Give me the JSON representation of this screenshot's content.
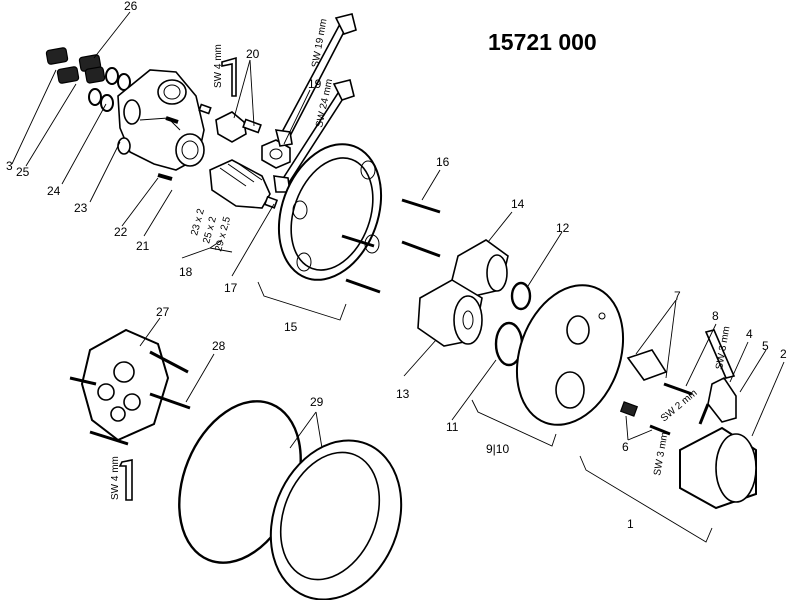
{
  "title": "15721 000",
  "callouts": {
    "c1": "1",
    "c2": "2",
    "c3": "3",
    "c4": "4",
    "c5": "5",
    "c6": "6",
    "c7": "7",
    "c8": "8",
    "c9_10": "9|10",
    "c11": "11",
    "c12": "12",
    "c13": "13",
    "c14": "14",
    "c15": "15",
    "c16": "16",
    "c17": "17",
    "c18": "18",
    "c19": "19",
    "c20": "20",
    "c21": "21",
    "c22": "22",
    "c23": "23",
    "c24": "24",
    "c25": "25",
    "c26": "26",
    "c27": "27",
    "c28": "28",
    "c29": "29"
  },
  "tool_labels": {
    "sw4_top": "SW 4 mm",
    "sw19": "SW 19 mm",
    "sw24": "SW 24 mm",
    "sw3_right": "SW 3 mm",
    "sw2": "SW 2 mm",
    "sw3_bottom": "SW 3 mm",
    "sw4_bottom": "SW 4 mm"
  },
  "oring_sizes": [
    "23 x 2",
    "25 x 2",
    "29 x 2,5"
  ]
}
